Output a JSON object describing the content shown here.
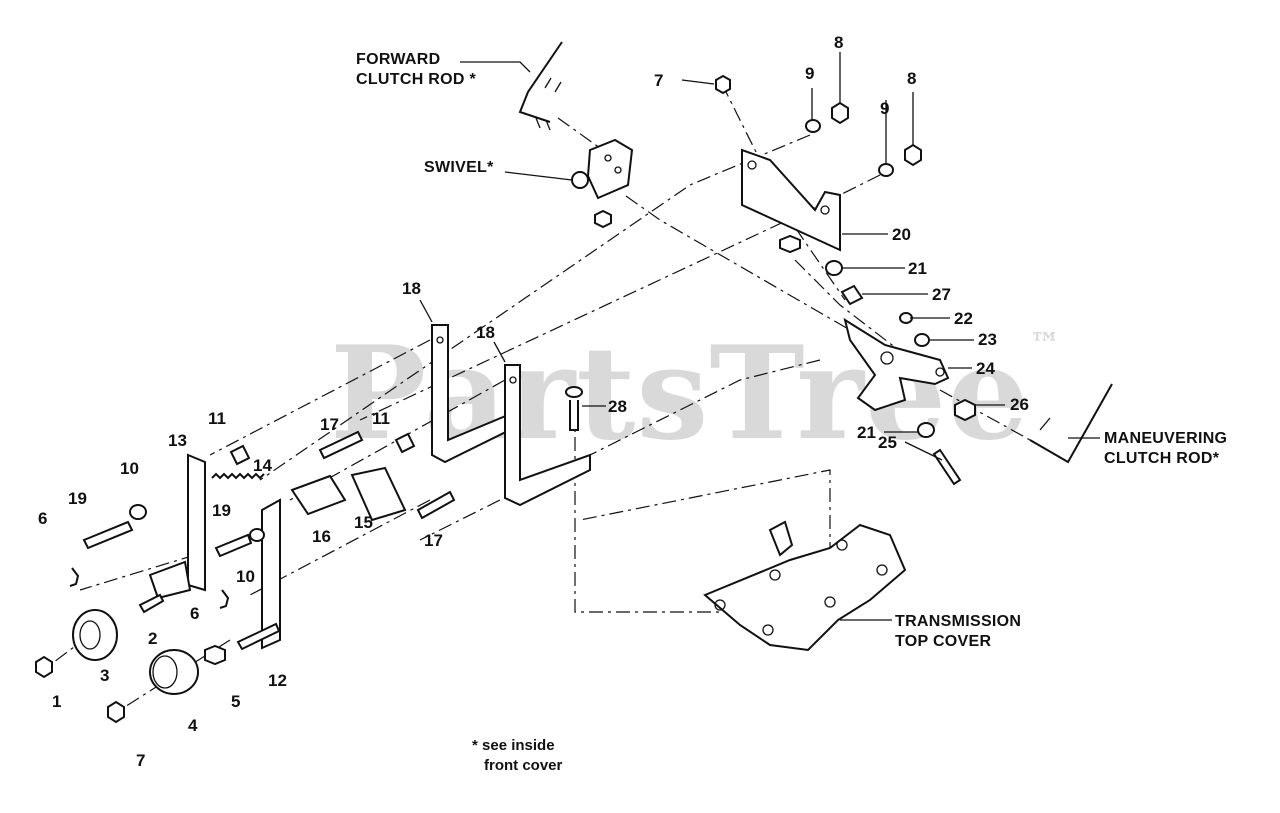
{
  "watermark": {
    "text": "PartsTree",
    "mark": "™"
  },
  "callouts": {
    "forward_clutch_rod": [
      "FORWARD",
      "CLUTCH ROD *"
    ],
    "swivel": "SWIVEL*",
    "maneuvering_clutch_rod": [
      "MANEUVERING",
      "CLUTCH ROD*"
    ],
    "transmission_top_cover": [
      "TRANSMISSION",
      "TOP COVER"
    ]
  },
  "note": [
    "* see inside",
    "front cover"
  ],
  "part_numbers": {
    "n1": "1",
    "n2": "2",
    "n3": "3",
    "n4": "4",
    "n5": "5",
    "n6a": "6",
    "n6b": "6",
    "n7a": "7",
    "n7b": "7",
    "n8a": "8",
    "n8b": "8",
    "n9a": "9",
    "n9b": "9",
    "n10a": "10",
    "n10b": "10",
    "n11a": "11",
    "n11b": "11",
    "n12": "12",
    "n13": "13",
    "n14": "14",
    "n15": "15",
    "n16": "16",
    "n17a": "17",
    "n17b": "17",
    "n18a": "18",
    "n18b": "18",
    "n19a": "19",
    "n19b": "19",
    "n20": "20",
    "n21a": "21",
    "n21b": "21",
    "n22": "22",
    "n23": "23",
    "n24": "24",
    "n25": "25",
    "n26": "26",
    "n27": "27",
    "n28": "28"
  }
}
